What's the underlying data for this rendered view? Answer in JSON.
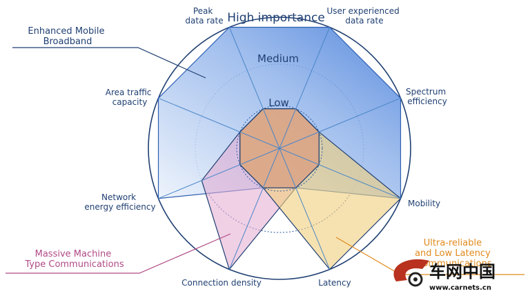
{
  "diagram": {
    "axes": [
      {
        "id": "peak-data-rate",
        "label": [
          "Peak",
          "data rate"
        ]
      },
      {
        "id": "user-experienced-data-rate",
        "label": [
          "User experienced",
          "data rate"
        ]
      },
      {
        "id": "spectrum-efficiency",
        "label": [
          "Spectrum",
          "efficiency"
        ]
      },
      {
        "id": "mobility",
        "label": [
          "Mobility"
        ]
      },
      {
        "id": "latency",
        "label": [
          "Latency"
        ]
      },
      {
        "id": "connection-density",
        "label": [
          "Connection density"
        ]
      },
      {
        "id": "network-energy-efficiency",
        "label": [
          "Network",
          "energy efficiency"
        ]
      },
      {
        "id": "area-traffic-capacity",
        "label": [
          "Area traffic",
          "capacity"
        ]
      }
    ],
    "levels": {
      "low": "Low",
      "medium": "Medium",
      "high": "High importance"
    },
    "scenarios": [
      {
        "id": "embb",
        "label": [
          "Enhanced Mobile",
          "Broadband"
        ],
        "color": "#4a7fd6",
        "values": [
          "high",
          "high",
          "high",
          "high",
          "low",
          "low",
          "high",
          "high"
        ]
      },
      {
        "id": "mmtc",
        "label": [
          "Massive Machine",
          "Type Communications"
        ],
        "color": "#b04a86",
        "values": [
          "low",
          "low",
          "low",
          "low",
          "low",
          "high",
          "medium",
          "low"
        ]
      },
      {
        "id": "urllc",
        "label": [
          "Ultra-reliable",
          "and Low Latency",
          "Communications"
        ],
        "color": "#e08a1c",
        "values": [
          "low",
          "low",
          "low",
          "high",
          "high",
          "low",
          "low",
          "low"
        ]
      }
    ]
  },
  "watermark": {
    "brand_cn": "车网中国",
    "url": "www.carnets.cn"
  },
  "colors": {
    "outline": "#1f3f72",
    "axis": "#4a86c8",
    "embb_fill": "#4a7fd6",
    "mmtc_fill": "#e4a9cf",
    "urllc_fill": "#f0cf7c",
    "low_fill": "#d28b72"
  }
}
